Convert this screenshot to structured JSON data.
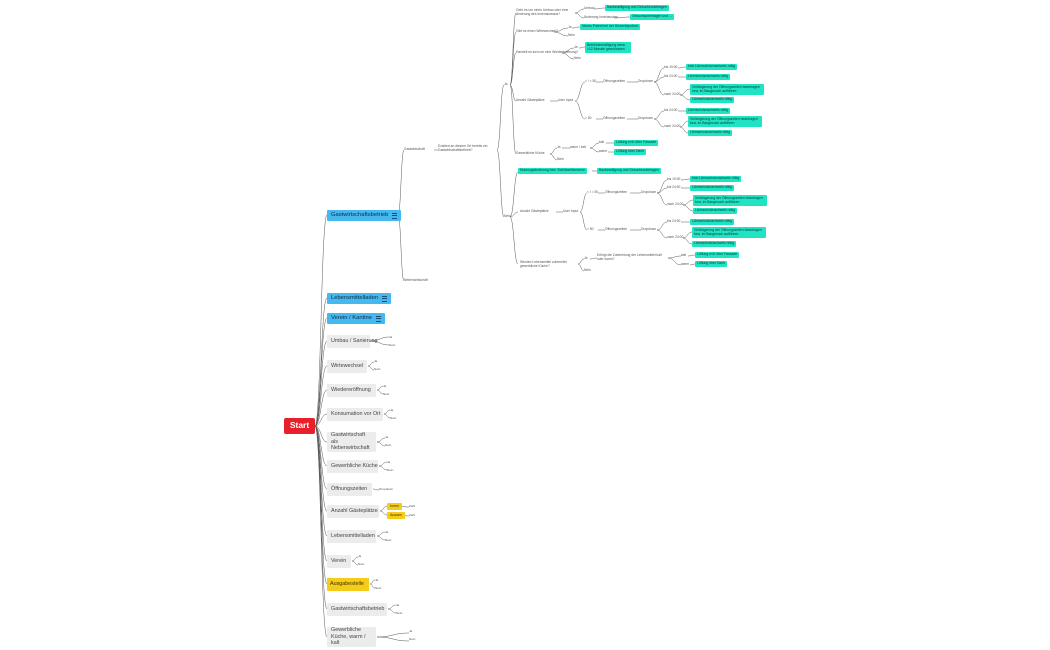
{
  "root": {
    "label": "Start"
  },
  "branches": {
    "gastwirtschaftsbetrieb": "Gastwirtschaftsbetrieb",
    "lebensmittelladen": "Lebensmittelladen",
    "verein_kantine": "Verein / Kantine",
    "umbau": "Umbau / Sanierung",
    "wirtewechsel": "Wirtewechsel",
    "wiedereroeffnung": "Wiedereröffnung",
    "konsumation": "Konsumation vor Ort",
    "nebenwirtschaft": "Gastwirtschaft als Nebenwirtschaft",
    "gewerbliche_kueche": "Gewerbliche Küche",
    "oeffnungszeiten": "Öffnungszeiten",
    "anzahl_gaesteplaetze": "Anzahl Gästeplätze",
    "lebensmittelladen2": "Lebensmittelladen",
    "verein": "Verein",
    "ausgabestelle": "Ausgabestelle",
    "gastwirtschaftsbetrieb2": "Gastwirtschaftsbetrieb",
    "kueche_warm_kalt": "Gewerbliche Küche, warm / kalt"
  },
  "answers": {
    "ja": "Ja",
    "nein": "Nein",
    "dropdown": "Dropdown",
    "innen": "Innen",
    "aussen": "Aussen",
    "zahl": "Zahl"
  },
  "gw": {
    "gastwirtschaft": "Gastwirtschaft",
    "nebenwirtschaft": "Nebenwirtschaft",
    "frage_existiert": "Existiert an diesem Ort bereits ein Gastwirtschaftsbetrieb?",
    "ja": "Ja",
    "nein": "Nein",
    "q_umbau": "Geht es um einen Umbau oder eine Änderung des Innenausbaus?",
    "umbau": "Umbau",
    "aenderung_innenausbau": "Änderung Innenausbau",
    "r_baubewilligung_1": "Baubewilligung und Gesuchsunterlagen",
    "r_gesuchsunterlagen": "Gesuchsunterlagen und ...",
    "q_wirtewechsel": "Gibt es einen Wirtewechsel?",
    "r_neues_patent": "Neues Patent bei der Gewerbepolizei",
    "q_wiedereroeffnung": "Handelt es sich um eine Wiedereröffnung?",
    "r_betriebsbewilligung": "Betriebsbewilligung wenn >12 Monate geschlossen",
    "q_anzahl": "Anzahl Gästeplätze",
    "user_input": "User Input",
    "lt50": "< / = 50",
    "gt50": "> 50",
    "oeffnungszeiten": "Öffnungszeiten",
    "dropdown": "Dropdown",
    "bis19": "bis 19:00",
    "bis24": "bis 24:00",
    "nach24": "nach 24:00",
    "r_kein_laermschutz": "kein Lärmschutznachweis nötig",
    "r_laermschutz": "Lärmschutznachweis nötig",
    "r_verlaengerung": "Verlängerung der Öffnungszeiten beantragen bzw. im Baugesuch aufführen",
    "r_laermschutz2": "Lärmschutznachweis nötig",
    "q_kueche": "Gewerbliche Küche",
    "warm_kalt": "warm / kalt",
    "kalt": "kalt",
    "warm": "warm",
    "r_lueftung_kalt": "Lüftung evtl. über Fassade",
    "r_lueftung_warm": "Lüftung über Dach",
    "q_nutzungsaenderung": "Nutzungsänderung bzw. Schlüsselbereiche",
    "r_baubewilligung_2": "Baubewilligung und Gesuchsunterlagen",
    "q_anzahl2": "Anzahl Gästeplätze",
    "user_input2": "User Input",
    "q_lebensmittel": "Werden Lebensmittel zubereitet, gewerbliche Küche?",
    "q_zubereitung": "Erfolgt die Zubereitung der Lebensmittel kalt oder warm?",
    "r_lueftung_kalt2": "Lüftung evtl. über Fassade",
    "r_lueftung_warm2": "Lüftung über Dach"
  }
}
